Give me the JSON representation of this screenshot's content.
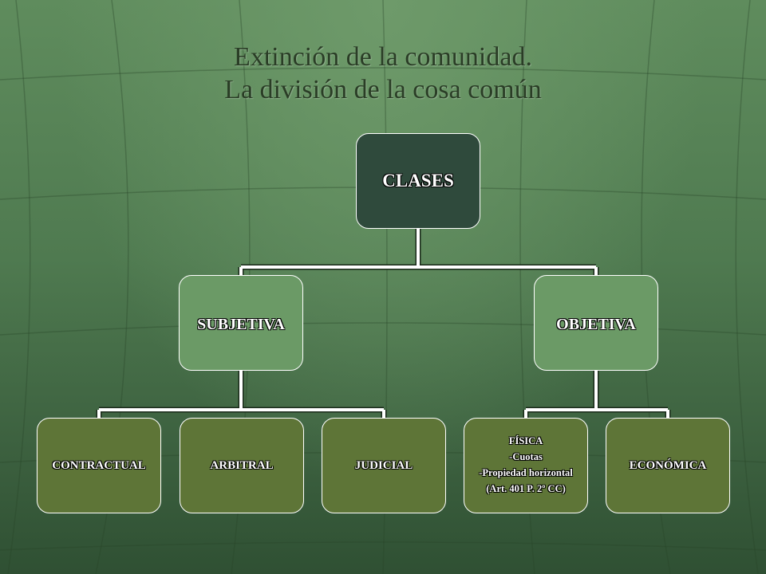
{
  "title": {
    "line1": "Extinción de la comunidad.",
    "line2": "La división de la cosa común"
  },
  "tree": {
    "root": {
      "label": "CLASES"
    },
    "subjetiva": {
      "label": "SUBJETIVA",
      "children": [
        {
          "label": "CONTRACTUAL"
        },
        {
          "label": "ARBITRAL"
        },
        {
          "label": "JUDICIAL"
        }
      ]
    },
    "objetiva": {
      "label": "OBJETIVA",
      "children": [
        {
          "lines": [
            "FÍSICA",
            "-Cuotas",
            "-Propiedad horizontal",
            "(Art. 401 P. 2º CC)"
          ]
        },
        {
          "label": "ECONÓMICA"
        }
      ]
    }
  },
  "colors": {
    "background": "#4f7a50",
    "root_fill": "#2f4a3c",
    "level1_fill": "#6b9a66",
    "level2_fill": "#5e7537",
    "title_text": "#2a3d26",
    "connector": "#ffffff"
  }
}
